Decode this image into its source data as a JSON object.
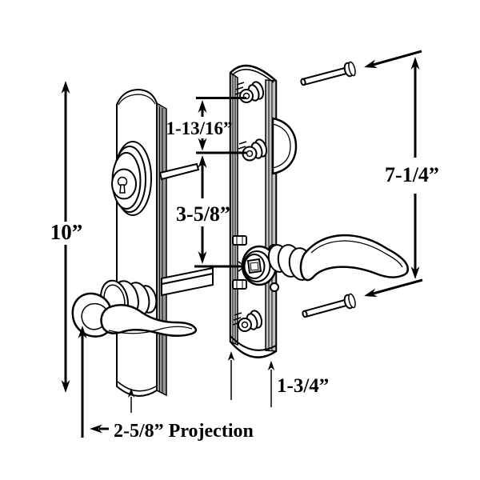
{
  "annotations": {
    "overall_height": "10”",
    "upper_screw_spacing": "1-13/16”",
    "cylinder_to_handle": "3-5/8”",
    "mounting_screw_span": "7-1/4”",
    "plate_width": "1-3/4”",
    "lever_projection": "2-5/8” Projection"
  },
  "colors": {
    "line": "#000000",
    "background": "#ffffff",
    "shade": "#9a9a9a",
    "shade_light": "#c4c4c4"
  }
}
